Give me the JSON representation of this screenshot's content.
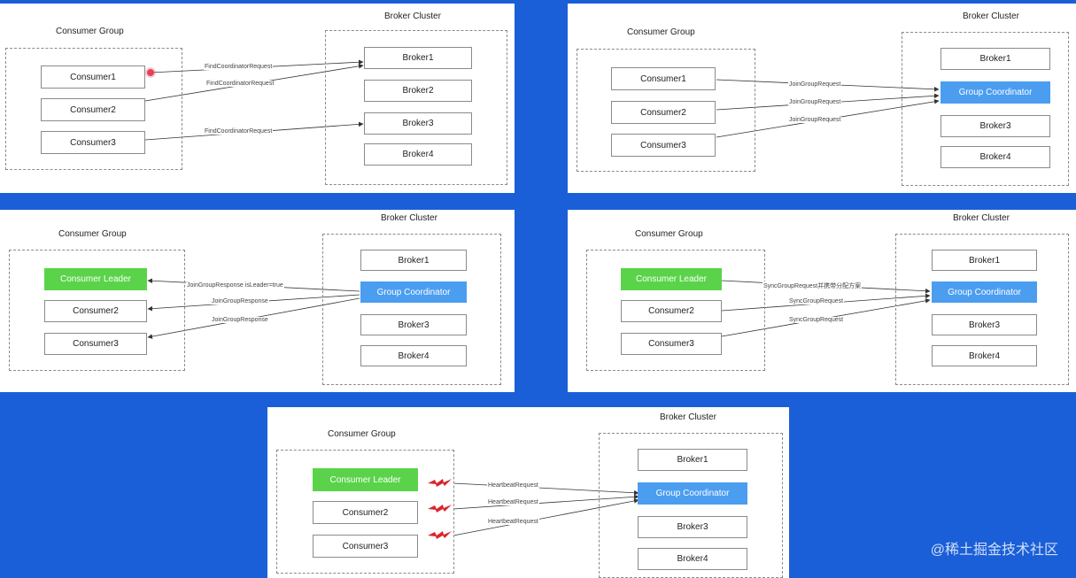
{
  "colors": {
    "background": "#1a5fd8",
    "leader": "#5ad34a",
    "coordinator": "#4b9df0",
    "heartbeat": "#d8262a"
  },
  "panels": [
    {
      "consumer_group_title": "Consumer Group",
      "broker_cluster_title": "Broker Cluster",
      "consumers": [
        "Consumer1",
        "Consumer2",
        "Consumer3"
      ],
      "brokers": [
        "Broker1",
        "Broker2",
        "Broker3",
        "Broker4"
      ],
      "edges": [
        "FindCoordinatorRequest",
        "FindCoordinatorRequest",
        "FindCoordinatorRequest"
      ]
    },
    {
      "consumer_group_title": "Consumer Group",
      "broker_cluster_title": "Broker Cluster",
      "consumers": [
        "Consumer1",
        "Consumer2",
        "Consumer3"
      ],
      "brokers": [
        "Broker1",
        "Group Coordinator",
        "Broker3",
        "Broker4"
      ],
      "edges": [
        "JoinGroupRequest",
        "JoinGroupRequest",
        "JoinGroupRequest"
      ]
    },
    {
      "consumer_group_title": "Consumer Group",
      "broker_cluster_title": "Broker Cluster",
      "consumers": [
        "Consumer Leader",
        "Consumer2",
        "Consumer3"
      ],
      "brokers": [
        "Broker1",
        "Group Coordinator",
        "Broker3",
        "Broker4"
      ],
      "edges": [
        "JoinGroupResponse isLeader=true",
        "JoinGroupResponse",
        "JoinGroupResponse"
      ]
    },
    {
      "consumer_group_title": "Consumer Group",
      "broker_cluster_title": "Broker Cluster",
      "consumers": [
        "Consumer Leader",
        "Consumer2",
        "Consumer3"
      ],
      "brokers": [
        "Broker1",
        "Group Coordinator",
        "Broker3",
        "Broker4"
      ],
      "edges": [
        "SyncGroupRequest并携带分配方案",
        "SyncGroupRequest",
        "SyncGroupRequest"
      ]
    },
    {
      "consumer_group_title": "Consumer Group",
      "broker_cluster_title": "Broker Cluster",
      "consumers": [
        "Consumer Leader",
        "Consumer2",
        "Consumer3"
      ],
      "brokers": [
        "Broker1",
        "Group Coordinator",
        "Broker3",
        "Broker4"
      ],
      "edges": [
        "HeartbeatRequest",
        "HeartbeatRequest",
        "HeartbeatRequest"
      ]
    }
  ],
  "watermark": "@稀土掘金技术社区"
}
